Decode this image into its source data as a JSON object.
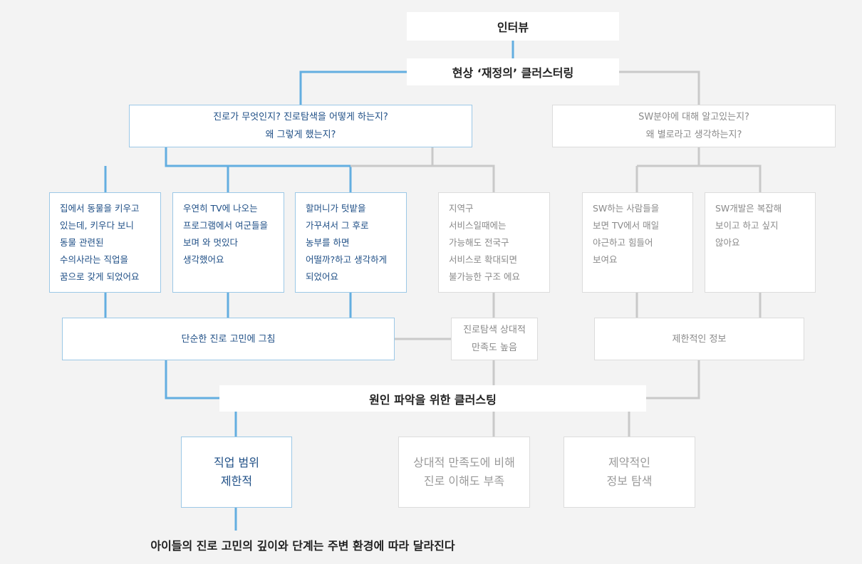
{
  "colors": {
    "blue_line": "#63aee0",
    "gray_line": "#c9c9c9",
    "blue_text": "#1f4f86",
    "gray_text": "#8a8a8a"
  },
  "nodes": {
    "interview": "인터뷰",
    "clustering": "현상 ‘재정의’ 클러스터링",
    "q_left": "진로가 무엇인지? 진로탐색을 어떻게 하는지?\n왜 그렇게 했는지?",
    "q_right": "SW분야에 대해 알고있는지?\n왜 별로라고 생각하는지?",
    "a1": "집에서 동물을 키우고\n있는데, 키우다 보니\n동물 관련된\n수의사라는 직업을\n꿈으로 갖게 되었어요",
    "a2": "우연히 TV에 나오는\n프로그램에서 여군들을\n보며 와 멋있다\n생각했어요",
    "a3": "할머니가 텃밭을\n가꾸셔서 그 후로\n농부를 하면\n어떨까?하고 생각하게\n되었어요",
    "a4": "지역구\n서비스일때에는\n가능해도 전국구\n서비스로 확대되면\n불가능한 구조 에요",
    "a5": "SW하는 사람들을\n보면 TV에서 매일\n야근하고 힘들어\n보여요",
    "a6": "SW개발은 복잡해\n보이고 하고 싶지\n않아요",
    "simple": "단순한 진로 고민에 그침",
    "satisfaction": "진로탐색 상대적\n만족도 높음",
    "limited_info": "제한적인 정보",
    "cause": "원인 파악을 위한 클러스팅",
    "job_range": "직업 범위\n제한적",
    "understanding": "상대적 만족도에 비해\n진로 이해도 부족",
    "limited_search": "제약적인\n정보 탐색",
    "conclusion": "아이들의 진로 고민의 깊이와 단계는 주변 환경에 따라 달라진다"
  }
}
